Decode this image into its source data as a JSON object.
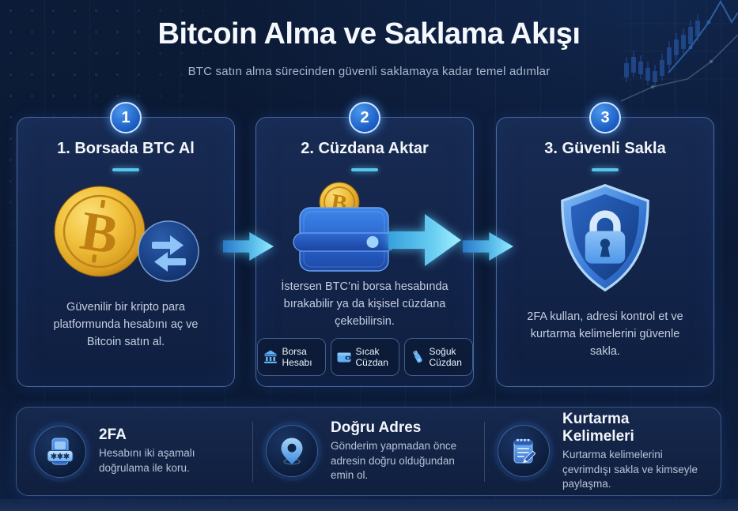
{
  "header": {
    "title": "Bitcoin Alma ve Saklama Akışı",
    "subtitle": "BTC satın alma sürecinden güvenli saklamaya kadar temel adımlar"
  },
  "steps": [
    {
      "number": "1",
      "title": "1. Borsada BTC Al",
      "description": "Güvenilir bir kripto para platformunda hesabını aç ve Bitcoin satın al.",
      "icon": "bitcoin-coin-exchange-icon"
    },
    {
      "number": "2",
      "title": "2. Cüzdana Aktar",
      "description": "İstersen BTC’ni borsa hesabında bırakabilir ya da kişisel cüzdana çekebilirsin.",
      "icon": "wallet-bitcoin-arrow-icon",
      "chips": [
        {
          "label": "Borsa Hesabı",
          "icon": "bank-icon"
        },
        {
          "label": "Sıcak Cüzdan",
          "icon": "wallet-icon"
        },
        {
          "label": "Soğuk Cüzdan",
          "icon": "usb-drive-icon"
        }
      ]
    },
    {
      "number": "3",
      "title": "3. Güvenli Sakla",
      "description": "2FA kullan, adresi kontrol et ve kurtarma kelimelerini güvenle sakla.",
      "icon": "shield-lock-icon"
    }
  ],
  "tips": [
    {
      "title": "2FA",
      "description": "Hesabını iki aşamalı doğrulama ile koru.",
      "icon": "phone-2fa-icon"
    },
    {
      "title": "Doğru Adres",
      "description": "Gönderim yapmadan önce adresin doğru olduğundan emin ol.",
      "icon": "location-pin-icon"
    },
    {
      "title": "Kurtarma Kelimeleri",
      "description": "Kurtarma kelimelerini çevrimdışı sakla ve kimseyle paylaşma.",
      "icon": "notepad-pencil-icon"
    }
  ],
  "colors": {
    "background": "#0b1a33",
    "card_background": "#14264a",
    "card_border": "#7aa2de",
    "accent_cyan": "#58c6ec",
    "badge_blue": "#1a5cc2",
    "bitcoin_gold": "#eebb35",
    "title_white": "#f5f8fc",
    "body_text": "#c4cedf"
  }
}
